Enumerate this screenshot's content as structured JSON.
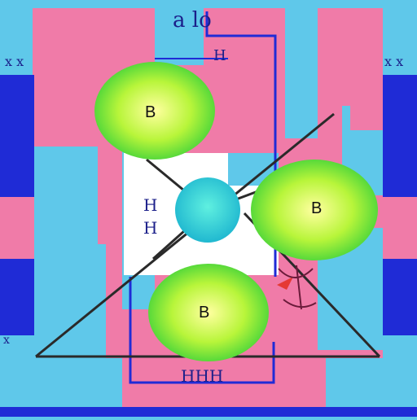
{
  "labels": {
    "top": "a lo",
    "h_top": "H",
    "h_left_1": "H",
    "h_left_2": "H",
    "bottom": "HHH",
    "x_left": "x x",
    "x_right": "x x",
    "x_bottom_left": "x"
  },
  "atoms": {
    "b1": "B",
    "b2": "B",
    "b3": "B",
    "center": ""
  },
  "colors": {
    "pink": "#f07ba8",
    "cyan": "#5fc8ea",
    "blue": "#1f2bd6",
    "lime": "#8ff03a",
    "teal": "#2fd0d4",
    "line": "#2a2a2a"
  }
}
